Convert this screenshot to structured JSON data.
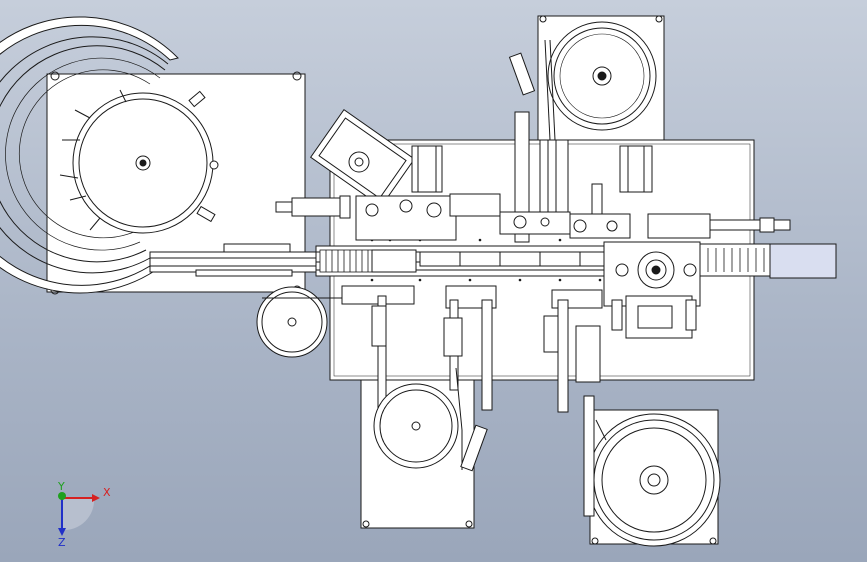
{
  "viewport": {
    "background_top": "#c6cedb",
    "background_bottom": "#9aa6ba"
  },
  "model": {
    "part_fill": "#ffffff",
    "part_stroke": "#1a1a1a",
    "accent_block_fill": "#d9def0"
  },
  "triad": {
    "x_label": "X",
    "y_label": "Y",
    "z_label": "Z",
    "x_color": "#d62020",
    "y_color": "#1fa01f",
    "z_color": "#2030c8"
  }
}
